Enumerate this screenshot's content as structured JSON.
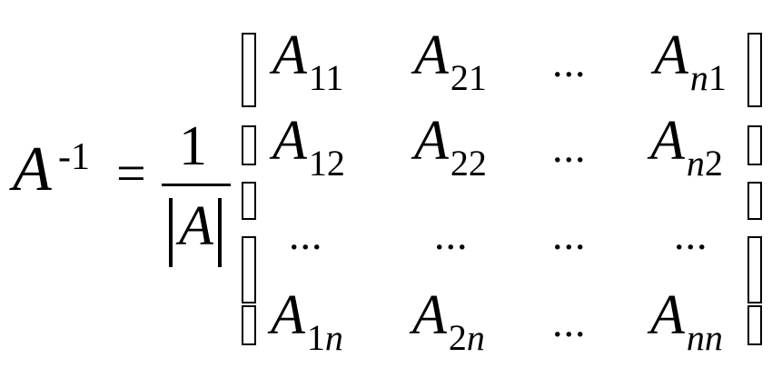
{
  "equation": {
    "lhs": {
      "base": "A",
      "exponent": "-1"
    },
    "equals": "=",
    "fraction": {
      "numerator": "1",
      "denominator": "A"
    },
    "matrix": {
      "rows": [
        [
          {
            "base": "A",
            "sub_num": "11",
            "sub_var": ""
          },
          {
            "base": "A",
            "sub_num": "21",
            "sub_var": ""
          },
          {
            "dots": "..."
          },
          {
            "base": "A",
            "sub_num": "1",
            "sub_var": "n",
            "sub_var_first": true
          }
        ],
        [
          {
            "base": "A",
            "sub_num": "12",
            "sub_var": ""
          },
          {
            "base": "A",
            "sub_num": "22",
            "sub_var": ""
          },
          {
            "dots": "..."
          },
          {
            "base": "A",
            "sub_num": "2",
            "sub_var": "n",
            "sub_var_first": true
          }
        ],
        [
          {
            "dots": "..."
          },
          {
            "dots": "..."
          },
          {
            "dots": "..."
          },
          {
            "dots": "..."
          }
        ],
        [
          {
            "base": "A",
            "sub_num": "1",
            "sub_var": "n",
            "sub_var_first": false
          },
          {
            "base": "A",
            "sub_num": "2",
            "sub_var": "n",
            "sub_var_first": false
          },
          {
            "dots": "..."
          },
          {
            "base": "A",
            "sub_num": "",
            "sub_var": "nn",
            "sub_var_first": false
          }
        ]
      ]
    }
  }
}
